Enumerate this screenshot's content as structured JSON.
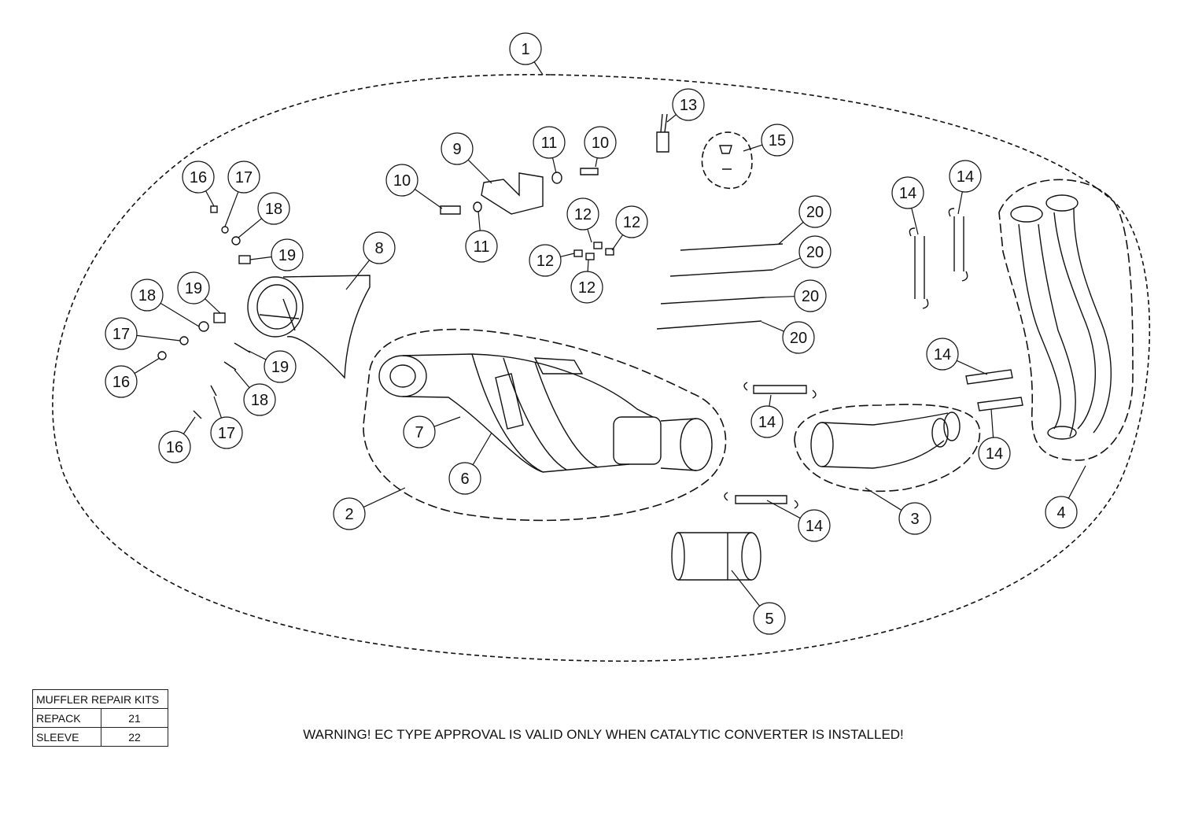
{
  "callouts": [
    "1",
    "2",
    "3",
    "4",
    "5",
    "6",
    "7",
    "8",
    "9",
    "10",
    "10",
    "11",
    "11",
    "12",
    "12",
    "12",
    "12",
    "13",
    "14",
    "14",
    "14",
    "14",
    "14",
    "14",
    "15",
    "16",
    "16",
    "16",
    "17",
    "17",
    "17",
    "18",
    "18",
    "18",
    "19",
    "19",
    "19",
    "20",
    "20",
    "20",
    "20"
  ],
  "repair_kits": {
    "title": "MUFFLER REPAIR KITS",
    "rows": [
      {
        "name": "REPACK",
        "number": "21"
      },
      {
        "name": "SLEEVE",
        "number": "22"
      }
    ]
  },
  "warning": "WARNING! EC TYPE APPROVAL IS VALID ONLY WHEN CATALYTIC CONVERTER IS INSTALLED!"
}
